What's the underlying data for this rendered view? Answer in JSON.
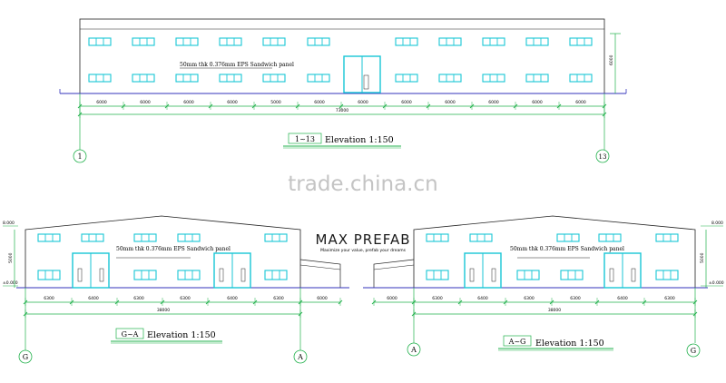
{
  "top_elevation": {
    "panel_note": "50mm thk 0.376mm EPS Sandwich panel",
    "bay_dims": [
      "6000",
      "6000",
      "6000",
      "6000",
      "5000",
      "6000",
      "6000",
      "6000",
      "6000",
      "6000",
      "6000",
      "6000"
    ],
    "total_dim": "73000",
    "height_dim": "6000",
    "title_marks": "1~13",
    "title_text": "Elevation 1:150",
    "axis_left": "1",
    "axis_right": "13"
  },
  "left_elevation": {
    "panel_note": "50mm thk 0.376mm EPS Sandwich panel",
    "bay_dims": [
      "6300",
      "6400",
      "6300",
      "6300",
      "6400",
      "6300",
      "6000"
    ],
    "total_dim": "38000",
    "height_dim": "5000",
    "level_top": "8.000",
    "level_bottom": "±0.000",
    "title_marks": "G~A",
    "title_text": "Elevation 1:150",
    "axis_left": "G",
    "axis_right": "A"
  },
  "right_elevation": {
    "panel_note": "50mm thk 0.376mm EPS Sandwich panel",
    "bay_dims": [
      "6000",
      "6300",
      "6400",
      "6300",
      "6300",
      "6400",
      "6300"
    ],
    "total_dim": "38000",
    "height_dim": "5000",
    "level_top": "8.000",
    "level_bottom": "±0.000",
    "title_marks": "A~G",
    "title_text": "Elevation 1:150",
    "axis_left": "A",
    "axis_right": "G"
  },
  "watermark": "trade.china.cn",
  "logo": {
    "brand": "MAX PREFAB",
    "tagline": "Maximize your value, prefab your dreams"
  },
  "colors": {
    "window": "#18c6d6",
    "wall_line": "#222222",
    "dim_line": "#22b14c",
    "ground": "#3333bb"
  }
}
